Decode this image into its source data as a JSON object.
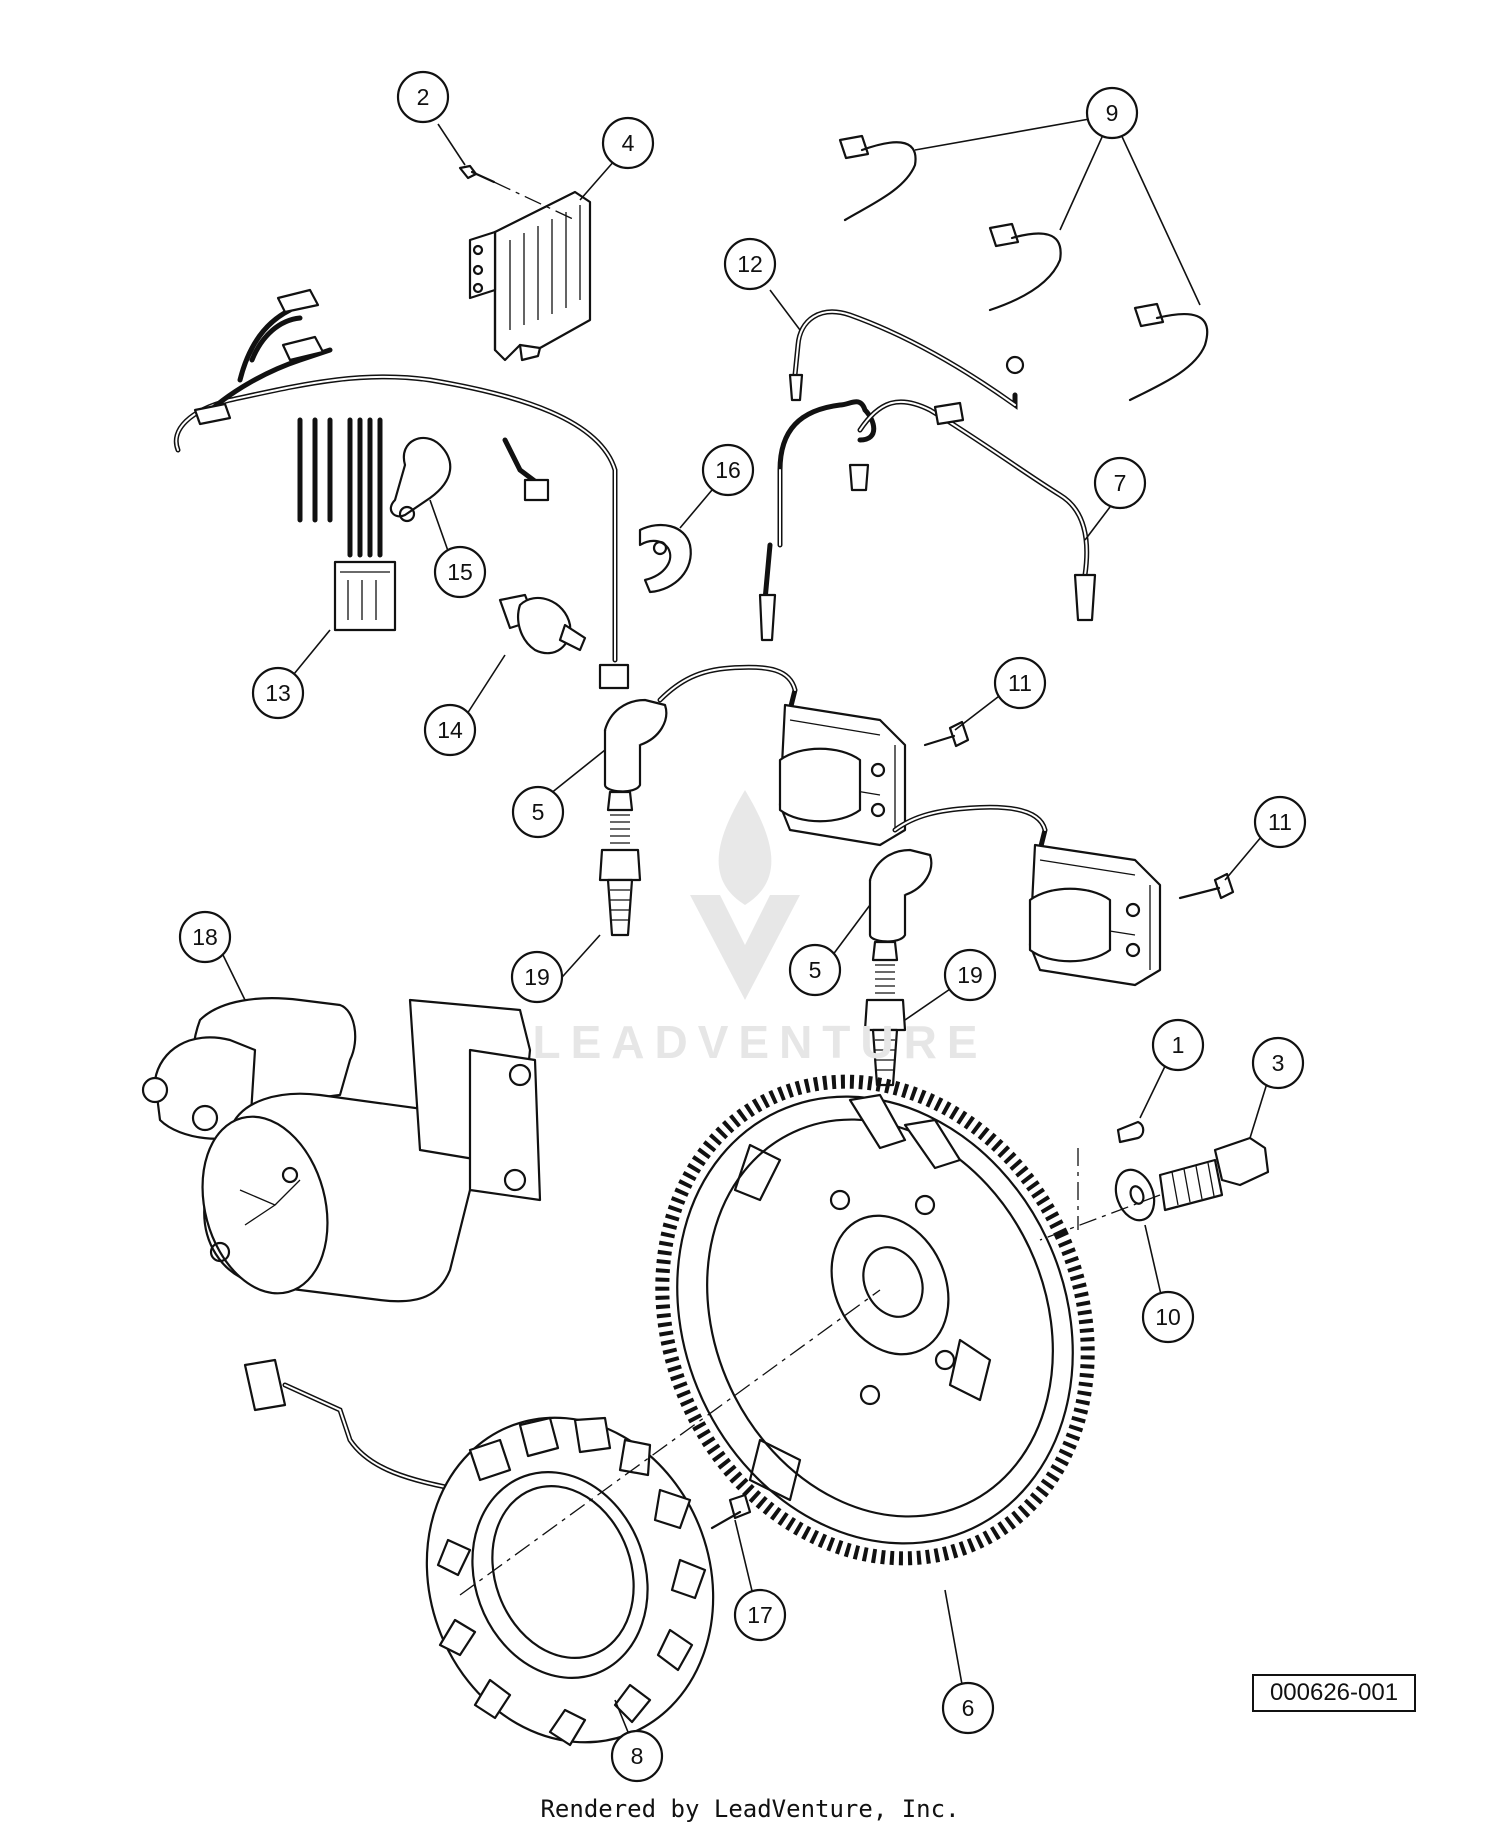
{
  "diagram": {
    "callouts": [
      {
        "id": "c2",
        "label": "2"
      },
      {
        "id": "c4",
        "label": "4"
      },
      {
        "id": "c9",
        "label": "9"
      },
      {
        "id": "c12",
        "label": "12"
      },
      {
        "id": "c7",
        "label": "7"
      },
      {
        "id": "c16",
        "label": "16"
      },
      {
        "id": "c15",
        "label": "15"
      },
      {
        "id": "c13",
        "label": "13"
      },
      {
        "id": "c14",
        "label": "14"
      },
      {
        "id": "c11a",
        "label": "11"
      },
      {
        "id": "c5a",
        "label": "5"
      },
      {
        "id": "c11b",
        "label": "11"
      },
      {
        "id": "c18",
        "label": "18"
      },
      {
        "id": "c19a",
        "label": "19"
      },
      {
        "id": "c5b",
        "label": "5"
      },
      {
        "id": "c19b",
        "label": "19"
      },
      {
        "id": "c1",
        "label": "1"
      },
      {
        "id": "c3",
        "label": "3"
      },
      {
        "id": "c10",
        "label": "10"
      },
      {
        "id": "c17",
        "label": "17"
      },
      {
        "id": "c6",
        "label": "6"
      },
      {
        "id": "c8",
        "label": "8"
      }
    ]
  },
  "drawing_code": "000626-001",
  "watermark": "LEADVENTURE",
  "credit": "Rendered by LeadVenture, Inc."
}
